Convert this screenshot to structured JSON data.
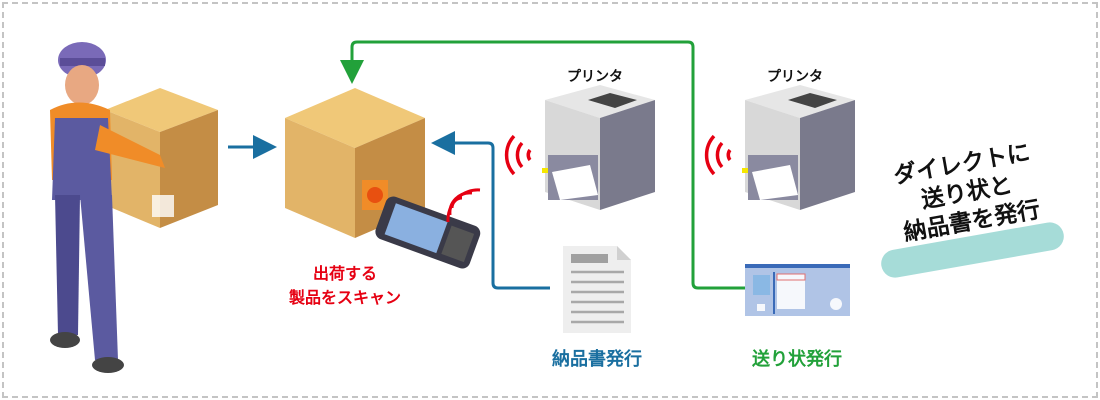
{
  "labels": {
    "printer_1": "プリンタ",
    "printer_2": "プリンタ",
    "scan_line1": "出荷する",
    "scan_line2": "製品をスキャン",
    "delivery_note": "納品書発行",
    "shipping_label": "送り状発行",
    "slogan_line1": "ダイレクトに",
    "slogan_line2": "送り状と",
    "slogan_line3": "納品書を発行"
  },
  "colors": {
    "scan_text": "#e60012",
    "delivery_flow": "#1a6fa0",
    "shipping_flow": "#22a13a",
    "highlight": "#a6dcd8",
    "box": "#e2b468",
    "signal": "#e60012"
  }
}
